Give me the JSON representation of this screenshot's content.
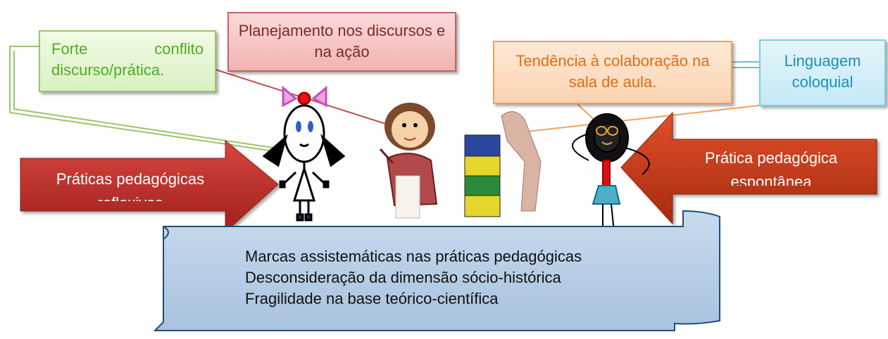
{
  "boxes": {
    "conflict": "Forte conflito discurso/prática.",
    "planning": "Planejamento nos discursos e na ação",
    "collaboration": "Tendência à colaboração na sala de aula.",
    "language": "Linguagem coloquial"
  },
  "arrows": {
    "left": "Práticas pedagógicas reflexivas",
    "right": "Prática pedagógica espontânea"
  },
  "practices": {
    "bullet": "•",
    "items": [
      "Marcas assistemáticas nas práticas pedagógicas",
      "Desconsideração da dimensão sócio-histórica",
      "Fragilidade na base teórico-científica"
    ]
  },
  "colors": {
    "arrow_left": "#c0322d",
    "arrow_right": "#c93b18",
    "scroll_fill": "#b9cde6",
    "scroll_border": "#1f4e79"
  }
}
